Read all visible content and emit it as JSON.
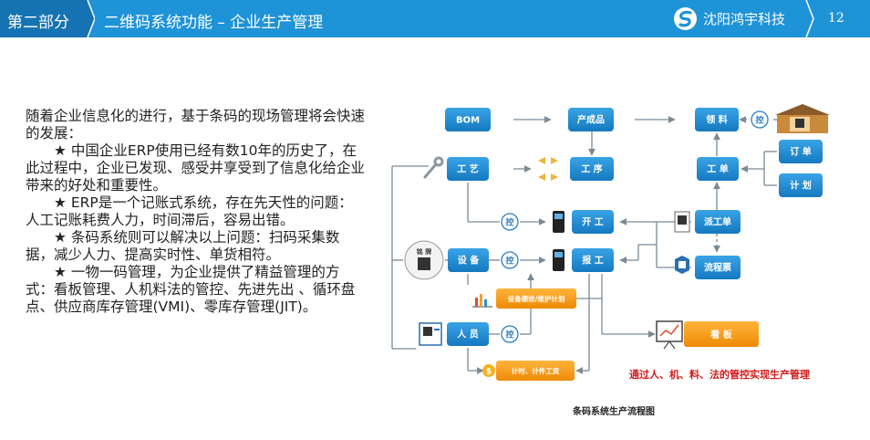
{
  "header": {
    "section_label": "第二部分",
    "title": "二维码系统功能 – 企业生产管理",
    "brand_name": "沈阳鸿宇科技",
    "page_number": "12"
  },
  "intro": {
    "lead": "随着企业信息化的进行，基于条码的现场管理将会快速的发展：",
    "bullets": [
      "★ 中国企业ERP使用已经有数10年的历史了，在此过程中，企业已发现、感受并享受到了信息化给企业带来的好处和重要性。",
      "★ ERP是一个记账式系统，存在先天性的问题：人工记账耗费人力，时间滞后，容易出错。",
      "★ 条码系统则可以解决以上问题：扫码采集数据，减少人力、提高实时性、单货相符。",
      "★ 一物一码管理，为企业提供了精益管理的方式：看板管理、人机料法的管控、先进先出 、循环盘点、供应商库存管理(VMI)、零库存管理(JIT)。"
    ]
  },
  "diagram": {
    "nodes": {
      "bom": "BOM",
      "product": "产成品",
      "material": "领 料",
      "process_craft": "工 艺",
      "procedure": "工 序",
      "work_order": "工 单",
      "order": "订 单",
      "plan": "计 划",
      "start_work": "开 工",
      "dispatch": "派工单",
      "equipment": "设 备",
      "report_work": "报 工",
      "flow_card": "流程票",
      "equip_plan": "设备绩效/维护计划",
      "staff": "人 员",
      "kanban": "看 板",
      "wage": "计时、计件工资"
    },
    "control_label": "控",
    "nameplate_label": "铭 牌",
    "red_caption": "通过人、机、料、法的管控实现生产管理",
    "figure_caption": "条码系统生产流程图"
  },
  "colors": {
    "header_bg": "#1e93d7",
    "section_tab_bg": "#1673b3",
    "node_fill": "#1f8fd8",
    "kanban_fill": "#f59a11",
    "equip_plan_fill": "#f59a11",
    "wage_fill": "#f59a11",
    "caption_red": "#d21a1a"
  }
}
